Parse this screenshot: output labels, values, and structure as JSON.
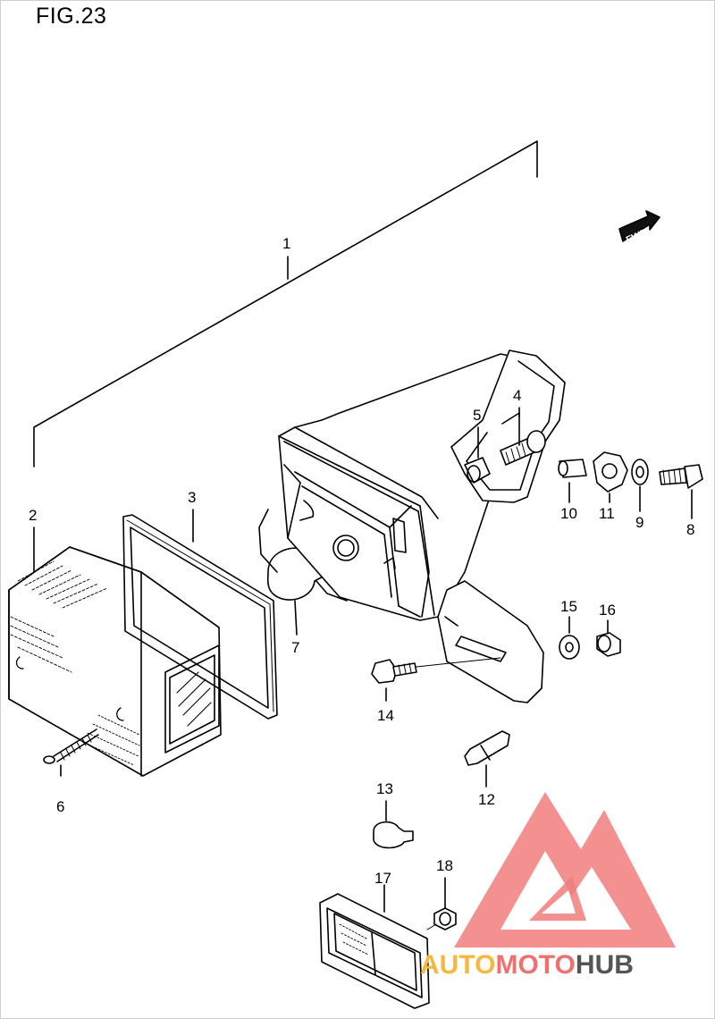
{
  "figure": {
    "title": "FIG.23"
  },
  "fwd_label": "FWD",
  "callouts": {
    "c1": "1",
    "c2": "2",
    "c3": "3",
    "c4": "4",
    "c5": "5",
    "c6": "6",
    "c7": "7",
    "c8": "8",
    "c9": "9",
    "c10": "10",
    "c11": "11",
    "c12": "12",
    "c13": "13",
    "c14": "14",
    "c15": "15",
    "c16": "16",
    "c17": "17",
    "c18": "18"
  },
  "watermark": {
    "part1": "AUTO",
    "part2": "MOTO",
    "part3": "HUB"
  },
  "colors": {
    "line": "#000000",
    "watermark_red": "#f07070",
    "watermark_orange": "#f6b73c",
    "watermark_gray": "#555555"
  }
}
